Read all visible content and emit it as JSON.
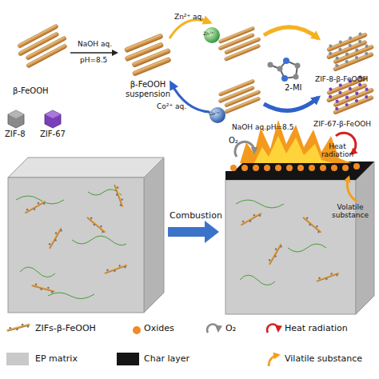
{
  "diagram": {
    "labels": [
      "NaOH aq.",
      "pH=8.5",
      "β-FeOOH",
      "β-FeOOH suspension",
      "Zn²⁺ aq.",
      "Co²⁺ aq.",
      "Zn²⁺",
      "Co²⁺",
      "2-MI",
      "NaOH aq.pH=8.5",
      "ZIF-8-β-FeOOH",
      "ZIF-67-β-FeOOH",
      "Combustion",
      "O₂",
      "Heat radiation",
      "Volatile substance"
    ],
    "legend": [
      {
        "text": "ZIF-8"
      },
      {
        "text": "ZIF-67"
      },
      {
        "text": "ZIFs-β-FeOOH"
      },
      {
        "text": "Oxides",
        "color": "#f08a24"
      },
      {
        "text": "O₂"
      },
      {
        "text": "Heat radiation"
      },
      {
        "text": "EP matrix",
        "color": "#c9c9c9"
      },
      {
        "text": "Char layer",
        "color": "#151515"
      },
      {
        "text": "Vilatile substance"
      }
    ]
  }
}
